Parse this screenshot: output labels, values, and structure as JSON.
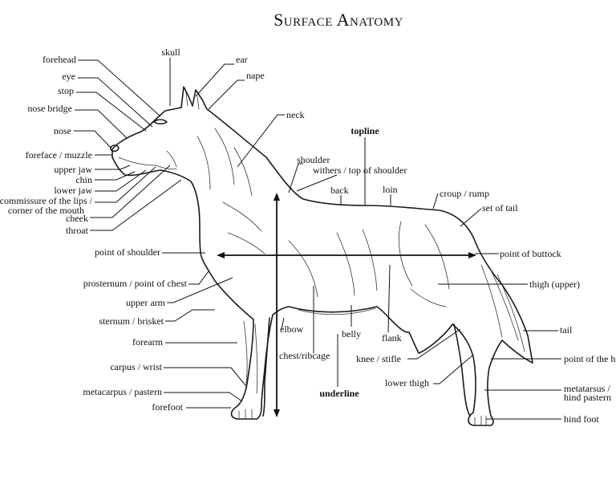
{
  "title": "Surface Anatomy",
  "labels": {
    "forehead": "forehead",
    "eye": "eye",
    "stop": "stop",
    "nose_bridge": "nose bridge",
    "nose": "nose",
    "foreface": "foreface / muzzle",
    "upper_jaw": "upper jaw",
    "chin": "chin",
    "lower_jaw": "lower jaw",
    "commissure_1": "commissure of the lips /",
    "commissure_2": "corner of the mouth",
    "cheek": "cheek",
    "throat": "throat",
    "skull": "skull",
    "ear": "ear",
    "nape": "nape",
    "neck": "neck",
    "topline": "topline",
    "shoulder": "shoulder",
    "withers": "withers / top of shoulder",
    "back": "back",
    "loin": "loin",
    "croup": "croup / rump",
    "set_of_tail": "set of tail",
    "point_of_shoulder": "point of shoulder",
    "point_of_buttock": "point of buttock",
    "prosternum": "prosternum / point of chest",
    "thigh_upper": "thigh (upper)",
    "upper_arm": "upper arm",
    "sternum": "sternum / brisket",
    "elbow": "elbow",
    "belly": "belly",
    "flank": "flank",
    "tail": "tail",
    "forearm": "forearm",
    "chest": "chest/ribcage",
    "knee": "knee / stifle",
    "point_of_hock": "point of the hock",
    "carpus": "carpus / wrist",
    "lower_thigh": "lower thigh",
    "metatarsus_1": "metatarsus /",
    "metatarsus_2": "hind pastern",
    "metacarpus": "metacarpus / pastern",
    "underline": "underline",
    "forefoot": "forefoot",
    "hind_foot": "hind foot"
  }
}
